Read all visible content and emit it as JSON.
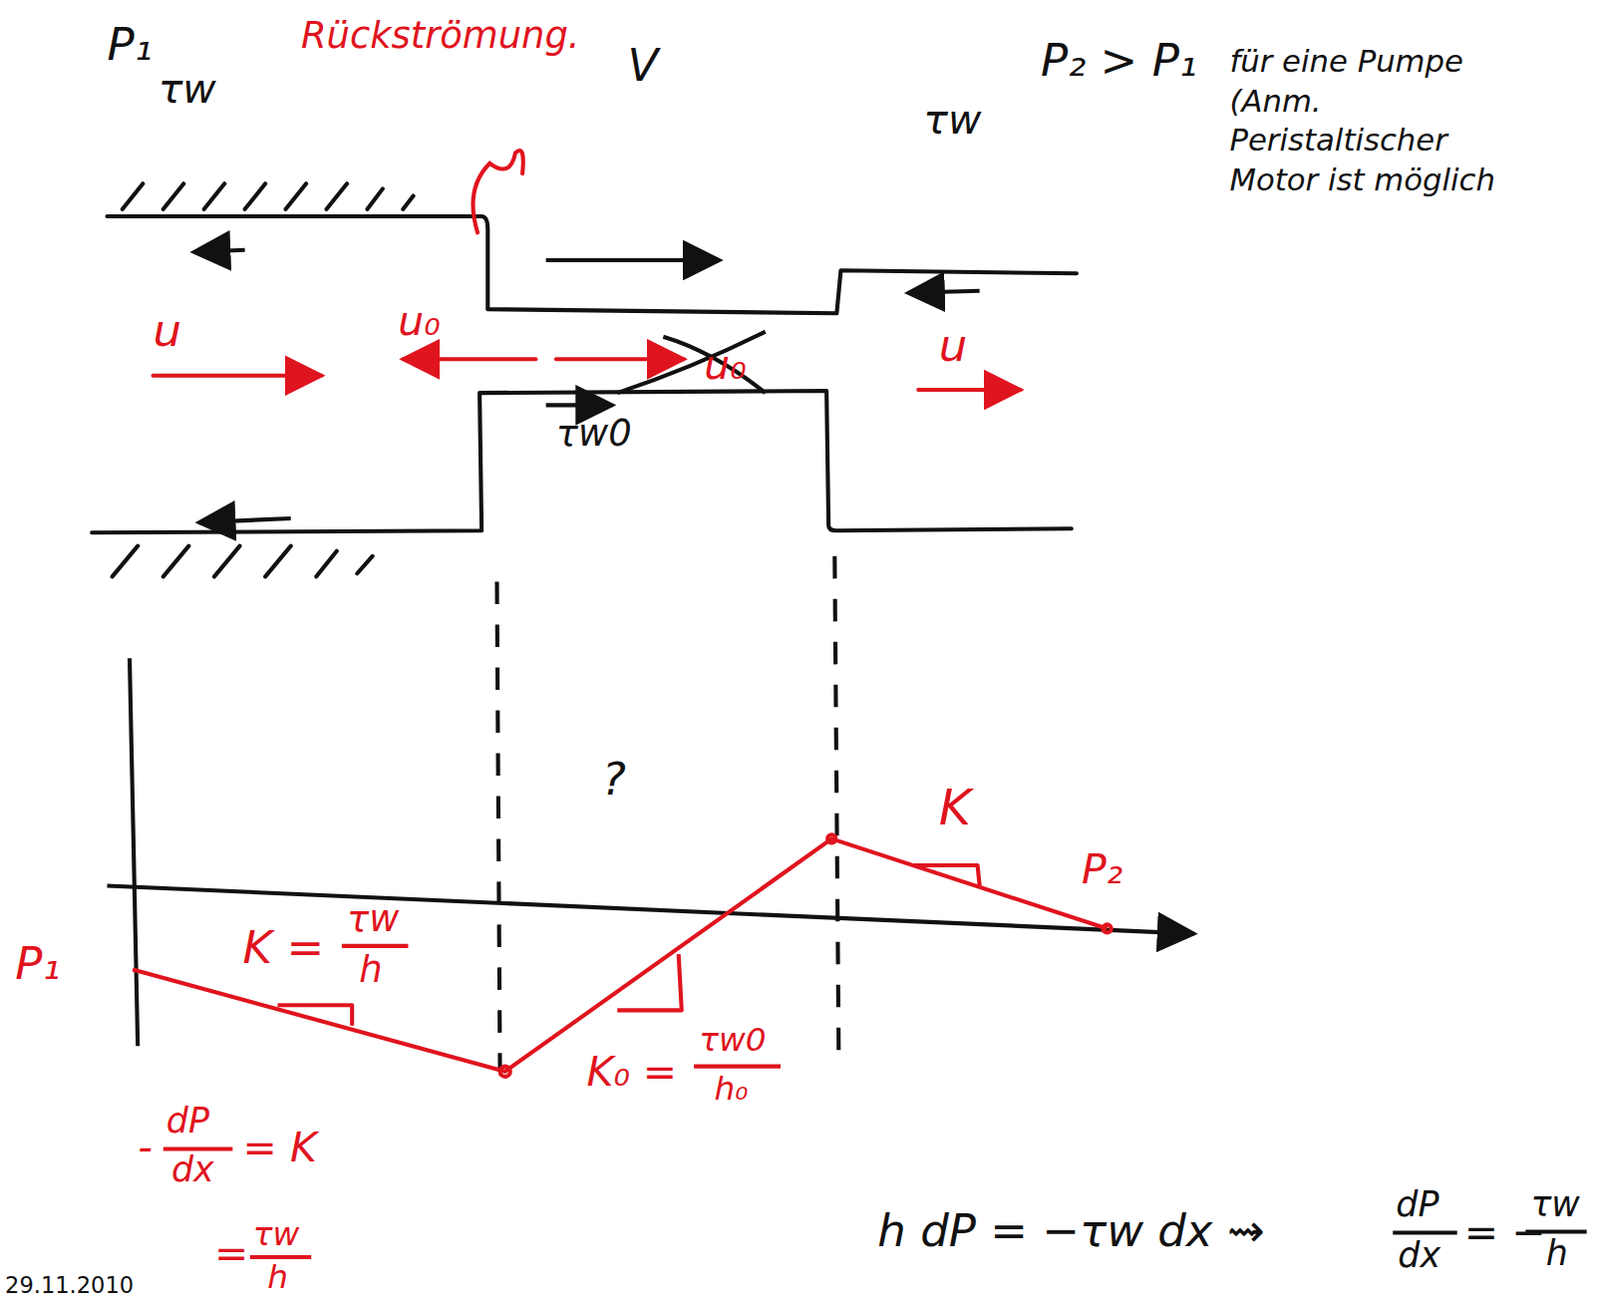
{
  "diagram": {
    "labels": [
      "P₁",
      "τw",
      "Rückströmung.",
      "V",
      "τw",
      "P₂ > P₁",
      "für eine Pumpe (Anm. Peristaltischer Motor ist möglich",
      "u",
      "u₀",
      "u₀",
      "u",
      "τw0",
      "?",
      "K",
      "P₂",
      "K =",
      "τw",
      "h",
      "P₁",
      "K₀ =",
      "τw0",
      "h₀",
      "-",
      "dP",
      "dx",
      "= K",
      "=",
      "τw",
      "h",
      "h dP = −τw dx ⇝",
      "dP",
      "dx",
      "= −",
      "τw",
      "h",
      "29.11.2010"
    ]
  }
}
